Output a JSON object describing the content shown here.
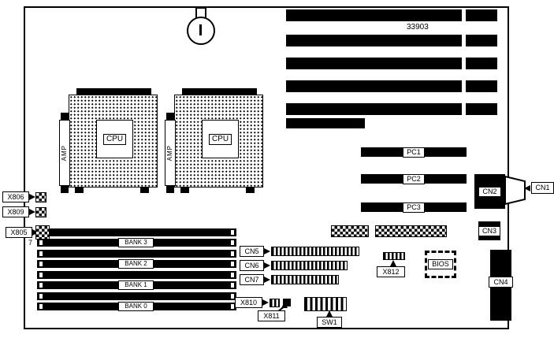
{
  "board": {
    "part_number": "33903"
  },
  "cpu": {
    "socket_label": "CPU",
    "connector_label": "AMP"
  },
  "pci_slots": [
    "PC1",
    "PC2",
    "PC3"
  ],
  "memory": {
    "bank_labels": [
      "BANK 3",
      "BANK 2",
      "BANK 1",
      "BANK 0"
    ],
    "pin_marker": "7"
  },
  "connectors": {
    "x806": "X806",
    "x809": "X809",
    "x805": "X805",
    "cn1": "CN1",
    "cn2": "CN2",
    "cn3": "CN3",
    "cn4": "CN4",
    "cn5": "CN5",
    "cn6": "CN6",
    "cn7": "CN7",
    "x810": "X810",
    "x811": "X811",
    "x812": "X812",
    "sw1": "SW1",
    "bios": "BIOS"
  },
  "colors": {
    "line": "#000000",
    "background": "#ffffff"
  }
}
